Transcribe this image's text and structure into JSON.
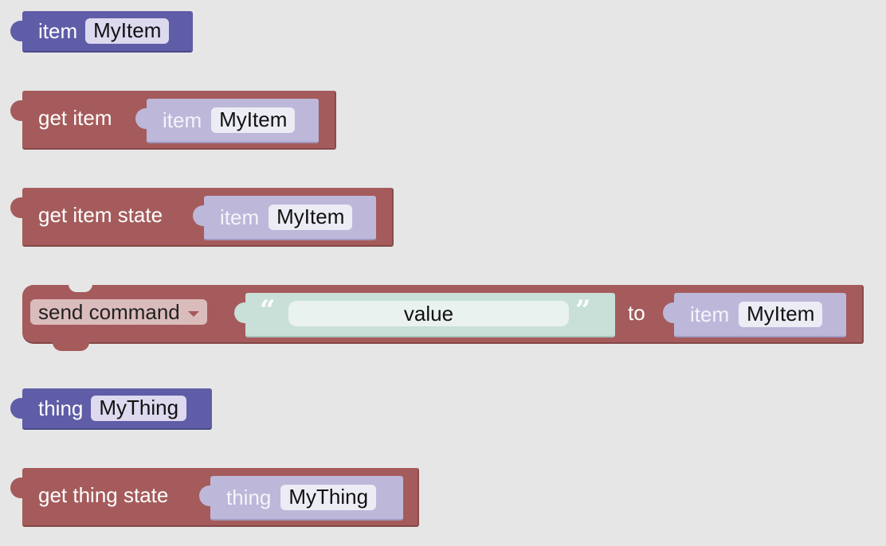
{
  "blocks": {
    "item_block": {
      "keyword": "item",
      "value": "MyItem"
    },
    "get_item": {
      "label": "get item",
      "inner_keyword": "item",
      "inner_value": "MyItem"
    },
    "get_item_state": {
      "label": "get item state",
      "inner_keyword": "item",
      "inner_value": "MyItem"
    },
    "send_command": {
      "dropdown_label": "send command",
      "open_quote": "“",
      "text_value": "value",
      "close_quote": "”",
      "to_label": "to",
      "inner_keyword": "item",
      "inner_value": "MyItem"
    },
    "thing_block": {
      "keyword": "thing",
      "value": "MyThing"
    },
    "get_thing_state": {
      "label": "get thing state",
      "inner_keyword": "thing",
      "inner_value": "MyThing"
    }
  },
  "colors": {
    "workspace": "#e6e6e6",
    "item_block": "#5f5ca8",
    "action_block": "#a55b5b",
    "text_block": "#c8e0d8",
    "value_block": "#bdb8d9"
  }
}
